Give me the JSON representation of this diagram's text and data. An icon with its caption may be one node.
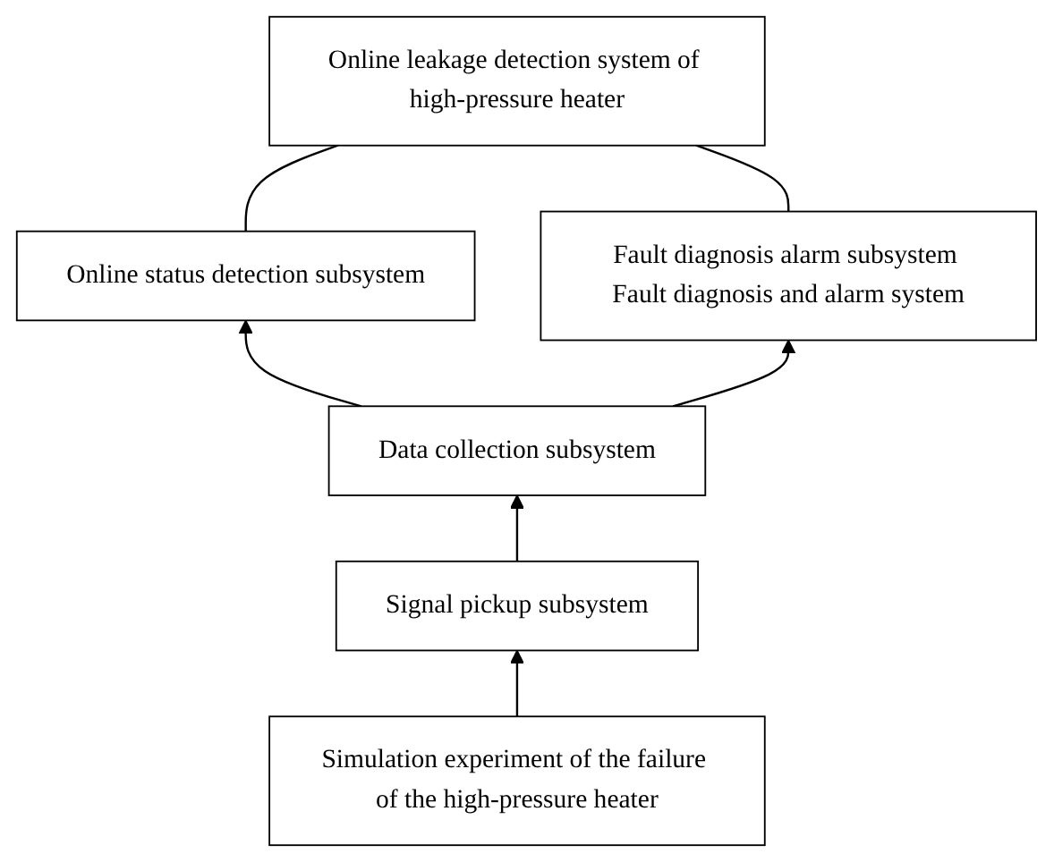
{
  "diagram": {
    "nodes": [
      {
        "text": [
          "Online leakage detection system of high-pressure heater"
        ]
      },
      {
        "text": [
          "Online status detection subsystem"
        ]
      },
      {
        "text": [
          "Fault diagnosis alarm subsystem Fault diagnosis and alarm system"
        ]
      },
      {
        "text": [
          "Data collection subsystem"
        ]
      },
      {
        "text": [
          "Signal pickup subsystem"
        ]
      },
      {
        "text": [
          "Simulation experiment of the failure of the high-pressure heater"
        ]
      }
    ],
    "edges": [
      {
        "from": 0,
        "to": 1,
        "arrow": "none"
      },
      {
        "from": 0,
        "to": 2,
        "arrow": "none"
      },
      {
        "from": 3,
        "to": 1,
        "arrow": "to"
      },
      {
        "from": 3,
        "to": 2,
        "arrow": "to"
      },
      {
        "from": 4,
        "to": 3,
        "arrow": "to"
      },
      {
        "from": 5,
        "to": 4,
        "arrow": "to"
      }
    ]
  }
}
